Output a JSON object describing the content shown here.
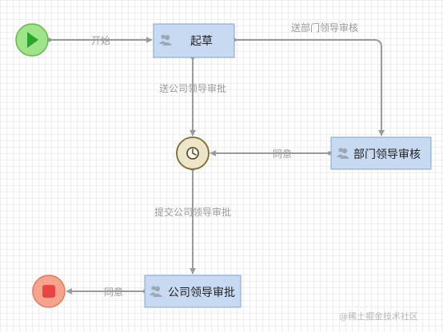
{
  "nodes": {
    "start": {
      "icon": "play-icon"
    },
    "draft": {
      "label": "起草",
      "icon": "user-group-icon"
    },
    "dept_review": {
      "label": "部门领导审核",
      "icon": "user-group-icon"
    },
    "timer": {
      "icon": "clock-icon"
    },
    "company_approval": {
      "label": "公司领导审批",
      "icon": "user-group-icon"
    },
    "end": {
      "icon": "stop-icon"
    }
  },
  "edges": {
    "start_to_draft": "开始",
    "draft_to_dept": "送部门领导审核",
    "draft_to_timer": "送公司领导审批",
    "dept_to_timer": "同意",
    "timer_to_company": "提交公司领导审批",
    "company_to_end": "同意"
  },
  "watermark": "@稀土掘金技术社区",
  "colors": {
    "start_fill": "#9ee58a",
    "start_stroke": "#63b84a",
    "play": "#2aa52a",
    "task_fill": "#c7daf2",
    "task_stroke": "#7fa6d4",
    "timer_fill": "#ece5c8",
    "timer_stroke": "#7a6a2c",
    "end_fill": "#f7a48c",
    "end_stroke": "#e07a5f",
    "end_square": "#e94545",
    "edge": "#9a9a9a"
  }
}
